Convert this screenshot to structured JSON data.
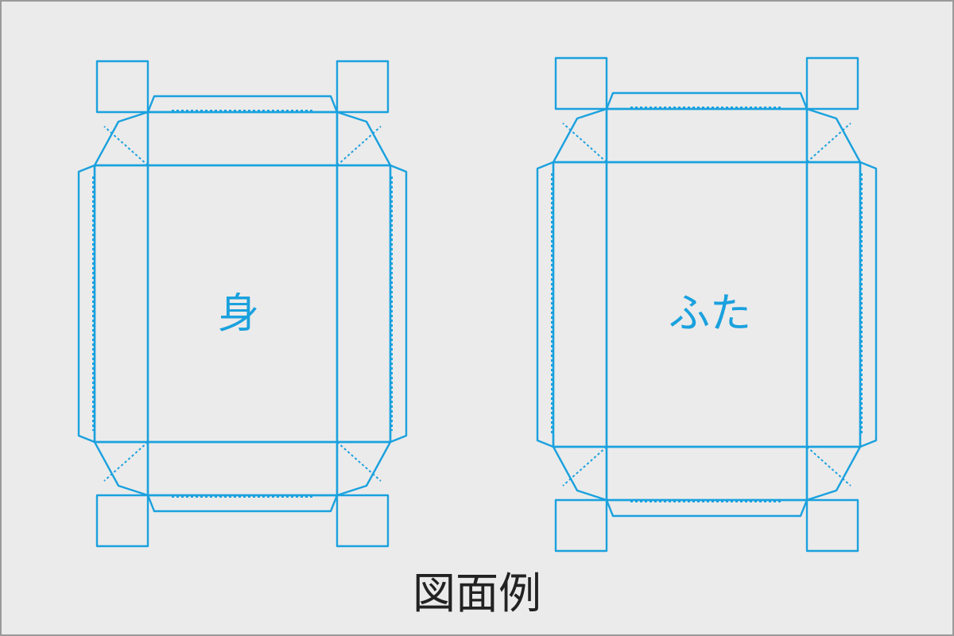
{
  "colors": {
    "line": "#1aa1de",
    "caption": "#222222"
  },
  "box_body": {
    "label": "身"
  },
  "box_lid": {
    "label": "ふた"
  },
  "caption": "図面例"
}
